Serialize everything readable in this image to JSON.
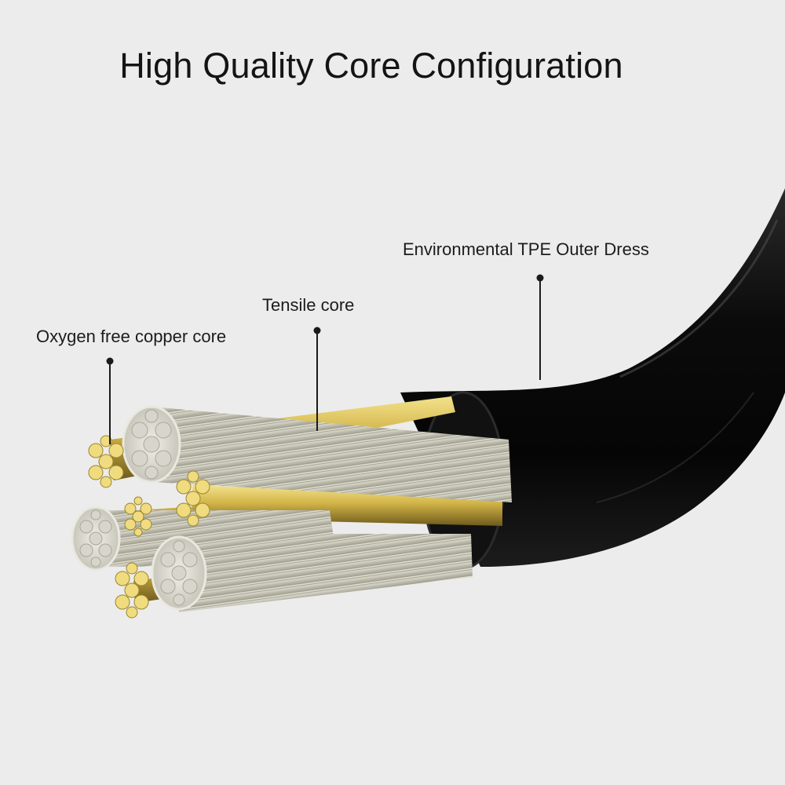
{
  "title": "High Quality Core Configuration",
  "labels": {
    "outer_dress": "Environmental TPE Outer Dress",
    "tensile_core": "Tensile core",
    "copper_core": "Oxygen free copper core"
  },
  "colors": {
    "background": "#ececec",
    "jacket": "#0b0b0b",
    "tensile_fiber": "#cfcdbf",
    "copper": "#e4d06a",
    "leader": "#1a1a1a"
  }
}
